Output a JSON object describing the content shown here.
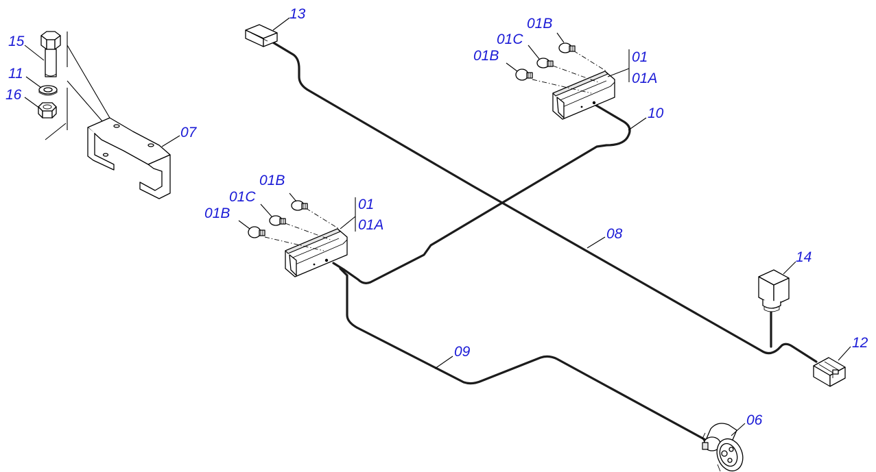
{
  "labels": {
    "p01_a": "01",
    "p01A_a": "01A",
    "p01B_a1": "01B",
    "p01C_a": "01C",
    "p01B_a2": "01B",
    "p01_b": "01",
    "p01A_b": "01A",
    "p01B_b1": "01B",
    "p01C_b": "01C",
    "p01B_b2": "01B",
    "p06": "06",
    "p07": "07",
    "p08": "08",
    "p09": "09",
    "p10": "10",
    "p11": "11",
    "p12": "12",
    "p13": "13",
    "p14": "14",
    "p15": "15",
    "p16": "16"
  },
  "colors": {
    "label": "#1a1ad6",
    "line": "#000000",
    "wire": "#1c1c1c"
  }
}
